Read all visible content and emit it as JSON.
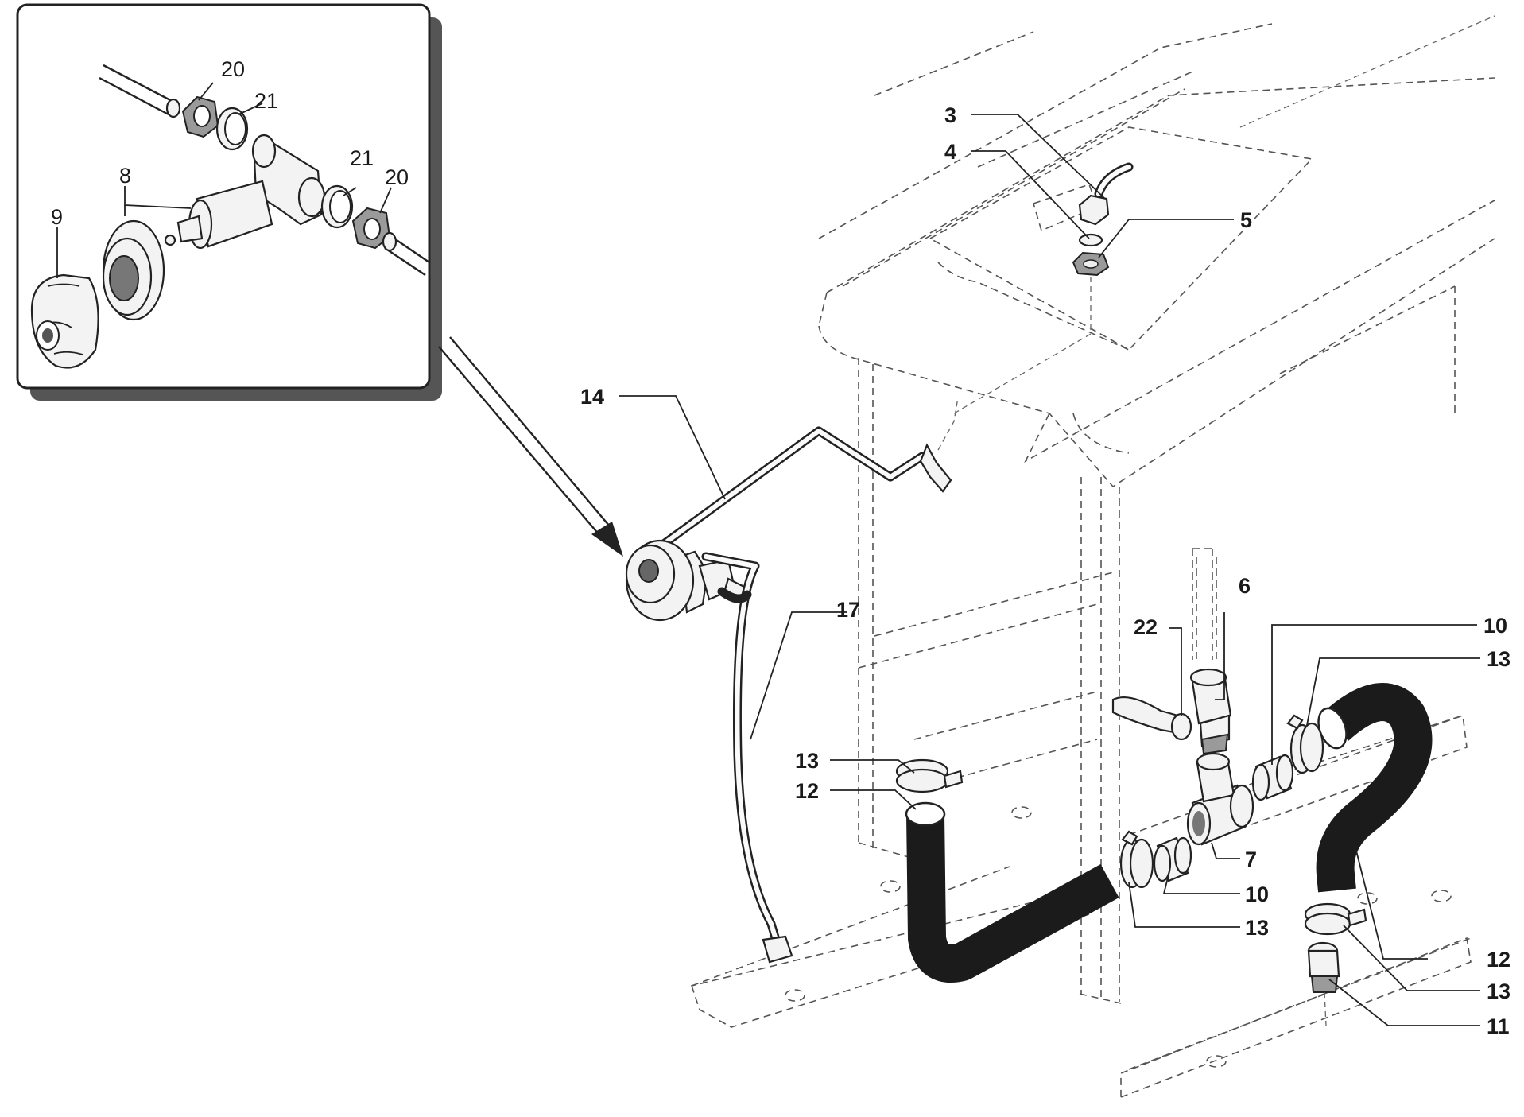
{
  "callouts": {
    "c3": "3",
    "c4": "4",
    "c5": "5",
    "c14": "14",
    "c17": "17",
    "c6": "6",
    "c22": "22",
    "c10a": "10",
    "c13a": "13",
    "c13b": "13",
    "c12a": "12",
    "c7": "7",
    "c10b": "10",
    "c13c": "13",
    "c12b": "12",
    "c13d": "13",
    "c11": "11"
  },
  "inset": {
    "n20a": "20",
    "n21a": "21",
    "n21b": "21",
    "n20b": "20",
    "n8": "8",
    "n9": "9"
  },
  "colors": {
    "ink": "#222222",
    "hose": "#1b1b1b",
    "background": "#ffffff"
  }
}
